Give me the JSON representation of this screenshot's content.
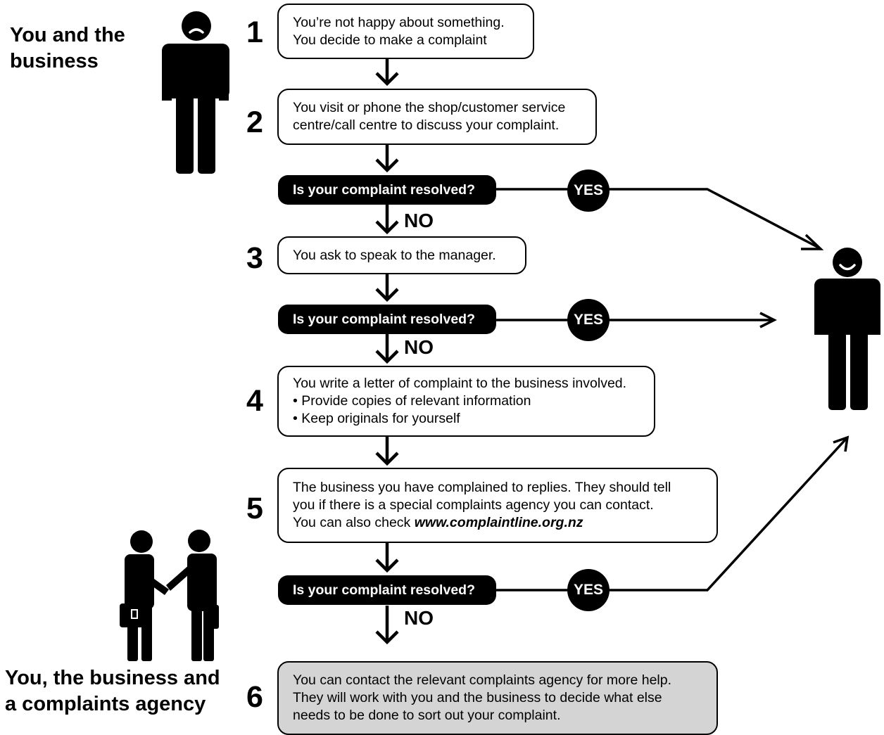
{
  "sections": {
    "top_title": [
      "You and the",
      "business"
    ],
    "bottom_title": [
      "You, the business and",
      "a complaints agency"
    ]
  },
  "steps": [
    {
      "number": "1",
      "lines": [
        "You’re not happy about something.",
        "You decide to make a complaint"
      ]
    },
    {
      "number": "2",
      "lines": [
        "You visit or phone the shop/customer service",
        "centre/call centre to discuss your complaint."
      ]
    },
    {
      "number": "3",
      "lines": [
        "You ask to speak to the manager."
      ]
    },
    {
      "number": "4",
      "lines": [
        "You write a letter of complaint to the business involved.",
        "• Provide copies of relevant information",
        "• Keep originals for yourself"
      ]
    },
    {
      "number": "5",
      "lines": [
        "The business you have complained to replies. They should tell",
        "you if there is a special complaints agency you can contact.",
        "You can also check "
      ],
      "url": "www.complaintline.org.nz"
    },
    {
      "number": "6",
      "lines": [
        "You can contact the relevant complaints agency for more help.",
        "They will work with you and the business to decide what else",
        "needs to be done to sort out your complaint."
      ]
    }
  ],
  "decisions": [
    {
      "question": "Is your complaint resolved?",
      "yes": "YES",
      "no": "NO"
    },
    {
      "question": "Is your complaint resolved?",
      "yes": "YES",
      "no": "NO"
    },
    {
      "question": "Is your complaint resolved?",
      "yes": "YES",
      "no": "NO"
    }
  ],
  "icons": [
    "sad-person-icon",
    "happy-person-icon",
    "handshake-people-icon"
  ],
  "colors": {
    "ink": "#000000",
    "final_box_fill": "#d4d4d4"
  }
}
